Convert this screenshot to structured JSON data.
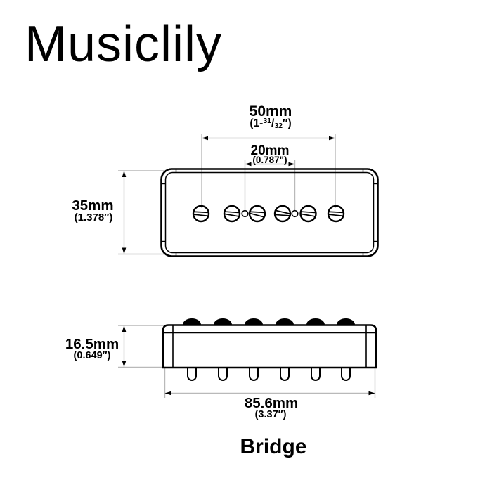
{
  "logo": {
    "text": "Musiclily"
  },
  "caption": {
    "text": "Bridge"
  },
  "dimensions": {
    "pole_spacing": {
      "metric": "50mm",
      "imp_open": "(1-",
      "imp_num": "31",
      "imp_slash": "/",
      "imp_den": "32",
      "imp_close": "″)"
    },
    "mount_hole_spacing": {
      "metric": "20mm",
      "imperial": "(0.787\")"
    },
    "cover_width": {
      "metric": "35mm",
      "imperial": "(1.378″)"
    },
    "cover_height": {
      "metric": "16.5mm",
      "imperial": "(0.649″)"
    },
    "cover_length": {
      "metric": "85.6mm",
      "imperial": "(3.37″)"
    }
  },
  "colors": {
    "background": "#ffffff",
    "outline": "#000000",
    "dimension_line": "#b9b9b9",
    "text": "#000000"
  }
}
